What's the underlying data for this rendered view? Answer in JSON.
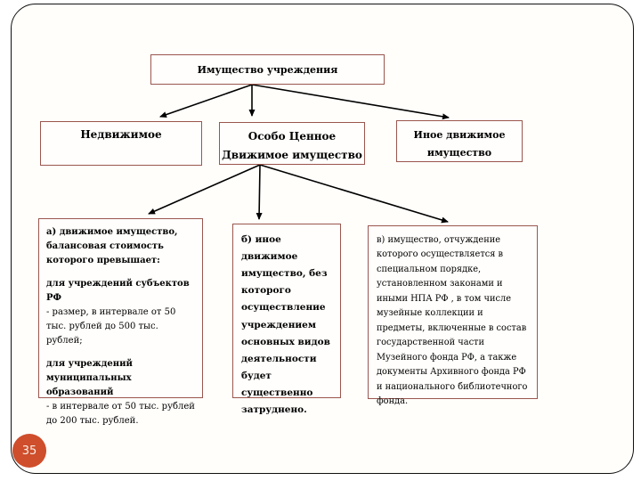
{
  "slide": {
    "page_number": "35",
    "colors": {
      "box_border": "#9a564e",
      "frame_border": "#111111",
      "connector": "#000000",
      "page_circle": "#cf4e2b",
      "page_number_text": "#f9efe7"
    },
    "diagram": {
      "root": {
        "label": "Имущество учреждения"
      },
      "level1": {
        "immovable": {
          "label": "Недвижимое"
        },
        "especially_valuable": {
          "label": "Особо Ценное Движимое имущество"
        },
        "other_movable": {
          "label": "Иное движимое имущество"
        }
      },
      "level2": {
        "a": {
          "heading": "а) движимое имущество, балансовая стоимость которого превышает:",
          "sub1_title": "для учреждений субъектов РФ",
          "sub1_body": "- размер, в интервале от 50 тыс. рублей до 500 тыс. рублей;",
          "sub2_title": "для учреждений муниципальных образований",
          "sub2_body": "- в интервале от 50 тыс. рублей до 200 тыс. рублей."
        },
        "b": {
          "text": "б) иное движимое имущество, без которого осуществление учреждением основных видов деятельности будет существенно затруднено."
        },
        "c": {
          "text": "в) имущество, отчуждение которого осуществляется в специальном порядке, установленном законами и иными НПА РФ , в том числе музейные коллекции и предметы, включенные в состав государственной части Музейного фонда РФ, а также документы Архивного фонда РФ и национального библиотечного фонда."
        }
      }
    }
  }
}
